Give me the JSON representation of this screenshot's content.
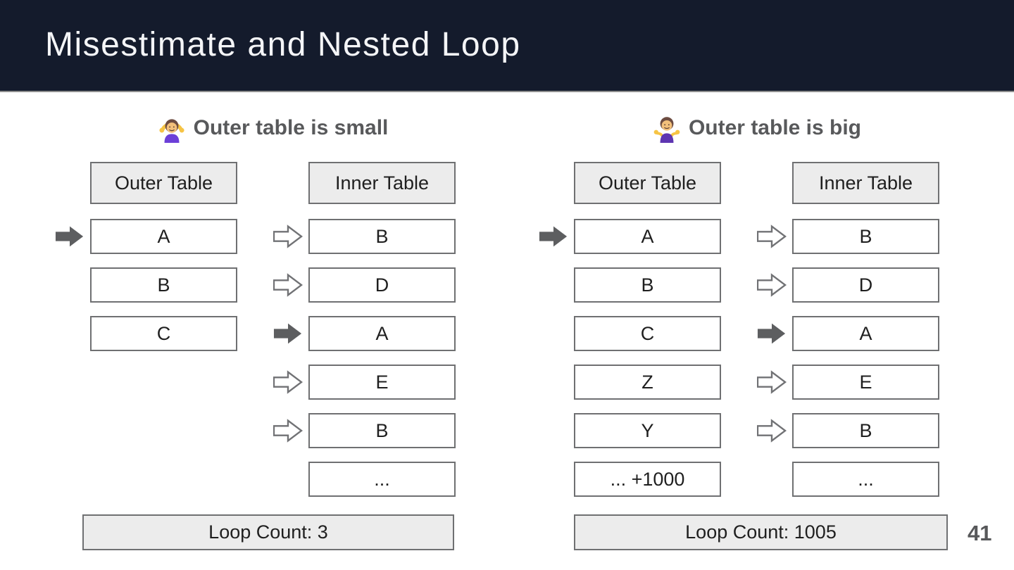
{
  "slide": {
    "title": "Misestimate and Nested Loop",
    "page_number": "41"
  },
  "colors": {
    "topbar_bg": "#141b2c",
    "title_text": "#f4f5f7",
    "heading_text": "#58595b",
    "cell_border": "#6f7072",
    "header_cell_bg": "#ececec",
    "arrow_filled": "#5d5e60"
  },
  "panels": [
    {
      "heading": "Outer table is small",
      "emoji": "woman-gesturing-ok",
      "outer": {
        "header": "Outer Table",
        "rows": [
          {
            "label": "A",
            "arrow": "filled"
          },
          {
            "label": "B",
            "arrow": "none"
          },
          {
            "label": "C",
            "arrow": "none"
          }
        ]
      },
      "inner": {
        "header": "Inner Table",
        "rows": [
          {
            "label": "B",
            "arrow": "hollow"
          },
          {
            "label": "D",
            "arrow": "hollow"
          },
          {
            "label": "A",
            "arrow": "filled"
          },
          {
            "label": "E",
            "arrow": "hollow"
          },
          {
            "label": "B",
            "arrow": "hollow"
          },
          {
            "label": "...",
            "arrow": "none"
          }
        ]
      },
      "loop_count": "Loop Count: 3"
    },
    {
      "heading": "Outer table is big",
      "emoji": "woman-shrugging",
      "outer": {
        "header": "Outer Table",
        "rows": [
          {
            "label": "A",
            "arrow": "filled"
          },
          {
            "label": "B",
            "arrow": "none"
          },
          {
            "label": "C",
            "arrow": "none"
          },
          {
            "label": "Z",
            "arrow": "none"
          },
          {
            "label": "Y",
            "arrow": "none"
          },
          {
            "label": "... +1000",
            "arrow": "none"
          }
        ]
      },
      "inner": {
        "header": "Inner Table",
        "rows": [
          {
            "label": "B",
            "arrow": "hollow"
          },
          {
            "label": "D",
            "arrow": "hollow"
          },
          {
            "label": "A",
            "arrow": "filled"
          },
          {
            "label": "E",
            "arrow": "hollow"
          },
          {
            "label": "B",
            "arrow": "hollow"
          },
          {
            "label": "...",
            "arrow": "none"
          }
        ]
      },
      "loop_count": "Loop Count: 1005"
    }
  ]
}
